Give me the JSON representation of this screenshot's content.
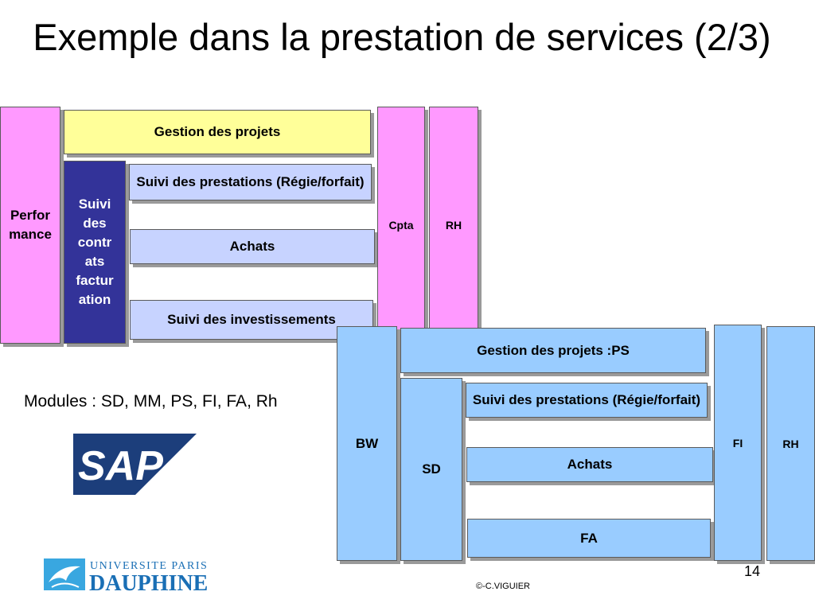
{
  "title": "Exemple dans la prestation de services (2/3)",
  "diagram1": {
    "performance": "Perfor mance",
    "gestion_projets": "Gestion des projets",
    "suivi_contrats": "Suivi des contr ats factur ation",
    "suivi_prestations": "Suivi des prestations (Régie/forfait)",
    "achats": "Achats",
    "suivi_investissements": "Suivi des investissements",
    "cpta": "Cpta",
    "rh": "RH"
  },
  "diagram2": {
    "bw": "BW",
    "gestion_projets_ps": "Gestion des projets :PS",
    "sd": "SD",
    "suivi_prestations": "Suivi des prestations (Régie/forfait)",
    "achats": "Achats",
    "fa": "FA",
    "fi": "FI",
    "rh": "RH"
  },
  "modules_text": "Modules : SD, MM, PS, FI, FA, Rh",
  "sap_logo": "SAP",
  "dauphine_logo": {
    "line1": "UNIVERSITE PARIS",
    "line2": "DAUPHINE"
  },
  "page_number": "14",
  "copyright": "©-C.VIGUIER",
  "colors": {
    "performance": "#ff99ff",
    "gestion_projets": "#ffff99",
    "suivi_contrats": "#333399",
    "process_boxes": "#c7d3ff",
    "sap_modules": "#99ccff",
    "sap_navy": "#1c3e7b",
    "dauphine_blue": "#1a6fb5"
  },
  "icons": [
    "sap-logo",
    "dauphine-logo"
  ]
}
